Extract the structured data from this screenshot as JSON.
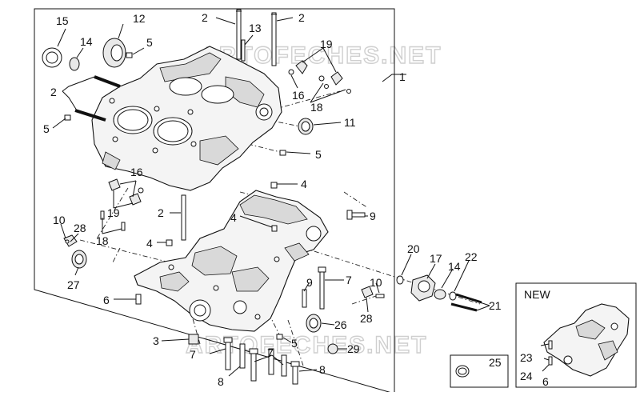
{
  "watermark": "ARTOFECHES.NET",
  "inset": {
    "title": "NEW"
  },
  "callouts": {
    "c1": "1",
    "c2a": "2",
    "c2b": "2",
    "c2c": "2",
    "c2d": "2",
    "c3": "3",
    "c4a": "4",
    "c4b": "4",
    "c4c": "4",
    "c5a": "5",
    "c5b": "5",
    "c5c": "5",
    "c5d": "5",
    "c6a": "6",
    "c6b": "6",
    "c7a": "7",
    "c7b": "7",
    "c7c": "7",
    "c8a": "8",
    "c8b": "8",
    "c9a": "9",
    "c9b": "9",
    "c10a": "10",
    "c10b": "10",
    "c11": "11",
    "c12": "12",
    "c13": "13",
    "c14a": "14",
    "c14b": "14",
    "c15": "15",
    "c16a": "16",
    "c16b": "16",
    "c17": "17",
    "c18a": "18",
    "c18b": "18",
    "c19a": "19",
    "c19b": "19",
    "c20": "20",
    "c21": "21",
    "c22": "22",
    "c23": "23",
    "c24": "24",
    "c25": "25",
    "c26": "26",
    "c27": "27",
    "c28a": "28",
    "c28b": "28",
    "c29": "29"
  }
}
